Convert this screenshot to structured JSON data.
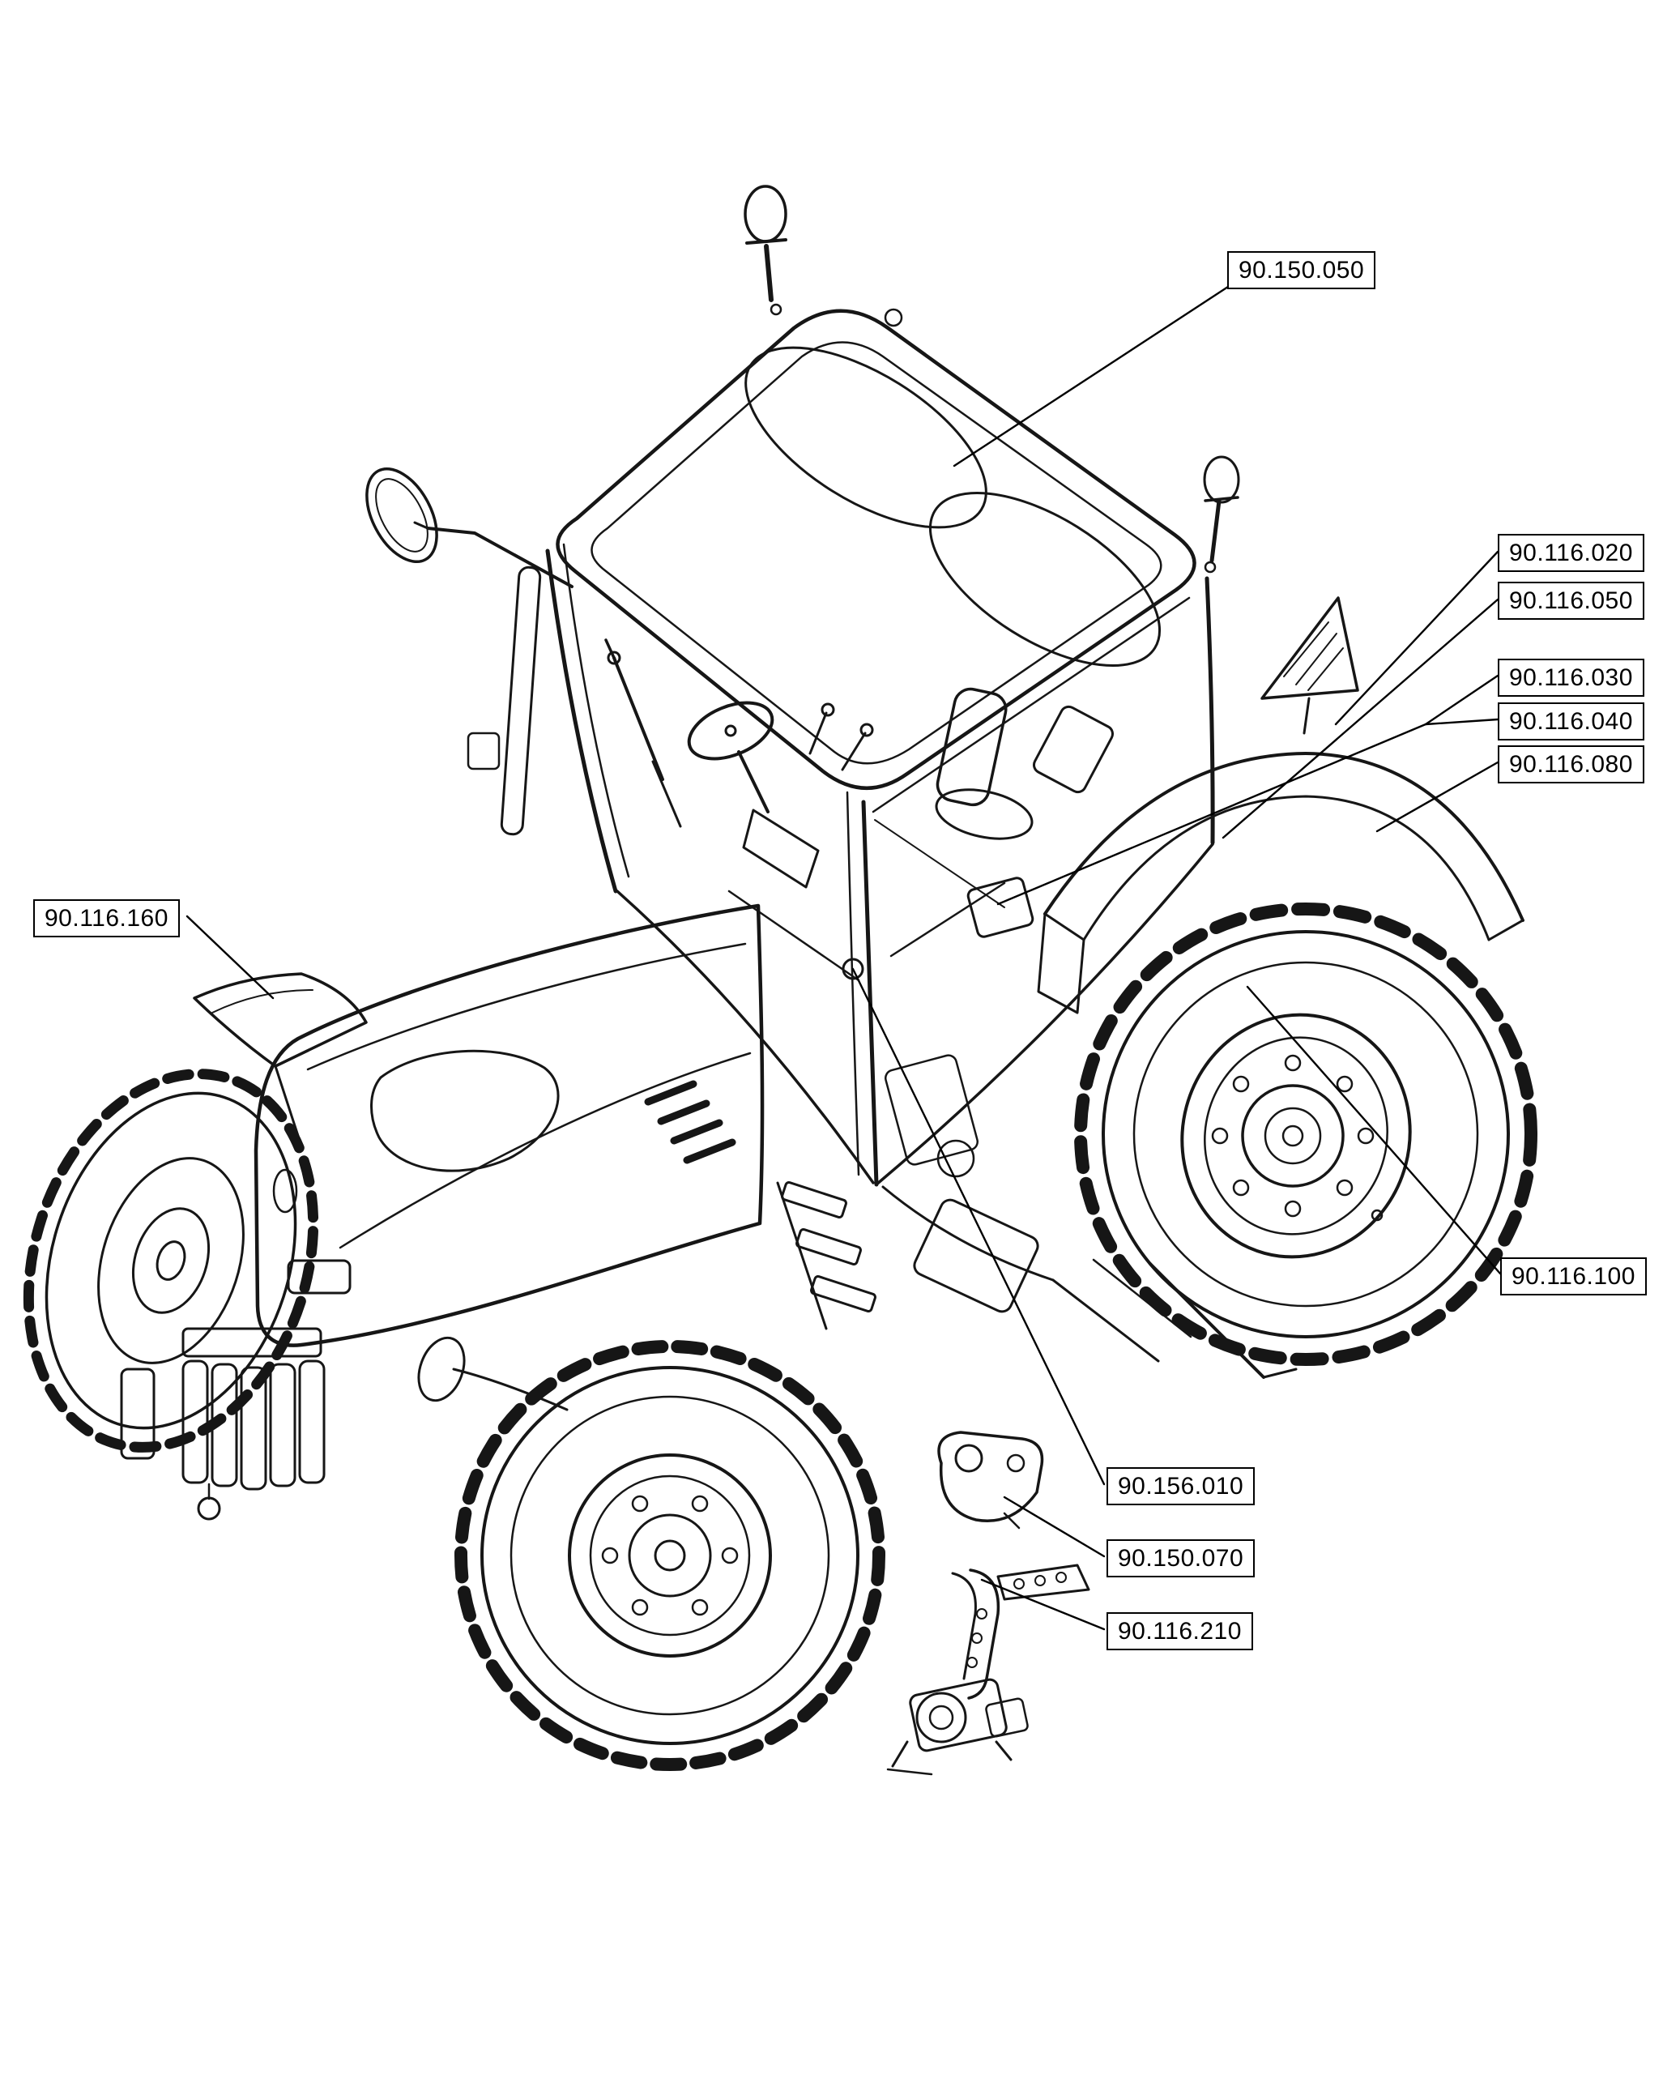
{
  "page": {
    "background_color": "#ffffff",
    "line_color": "#161616"
  },
  "illustration": {
    "name": "tractor-isometric-parts-line-drawing"
  },
  "callouts": [
    {
      "text": "90.150.050"
    },
    {
      "text": "90.116.020"
    },
    {
      "text": "90.116.050"
    },
    {
      "text": "90.116.030"
    },
    {
      "text": "90.116.040"
    },
    {
      "text": "90.116.080"
    },
    {
      "text": "90.116.160"
    },
    {
      "text": "90.116.100"
    },
    {
      "text": "90.156.010"
    },
    {
      "text": "90.150.070"
    },
    {
      "text": "90.116.210"
    }
  ]
}
